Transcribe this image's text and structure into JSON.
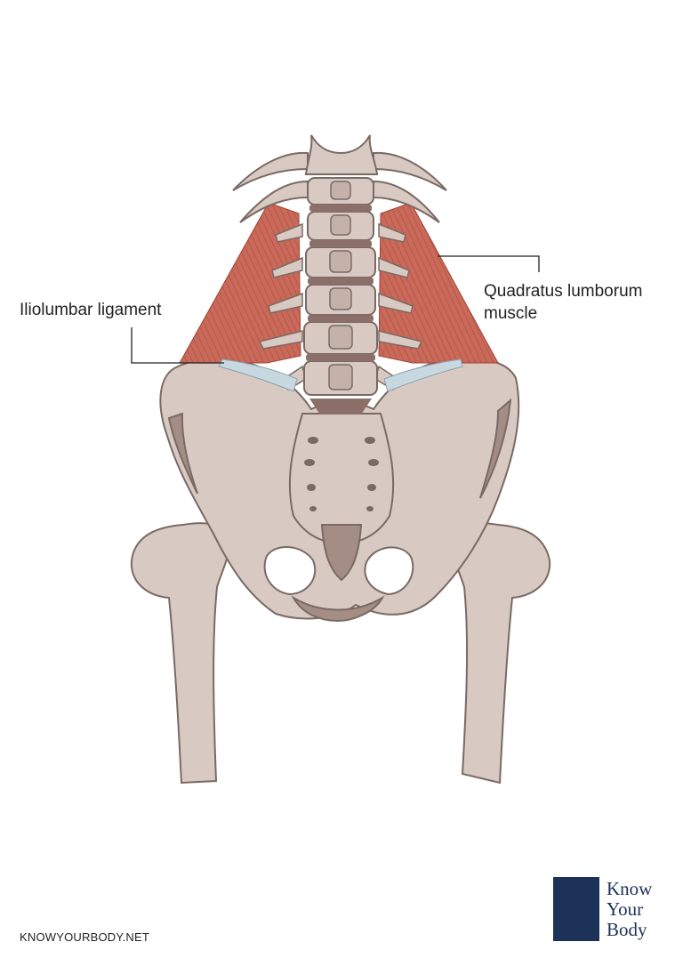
{
  "labels": {
    "iliolumbar": "Iliolumbar ligament",
    "quadratus_line1": "Quadratus lumborum",
    "quadratus_line2": "muscle"
  },
  "footer": {
    "site": "KNOWYOURBODY.NET",
    "logo_lines": [
      "Know",
      "Your",
      "Body"
    ]
  },
  "colors": {
    "bone": "#d8c9c2",
    "bone_outline": "#7a6a64",
    "bone_shadow": "#a48d84",
    "muscle": "#c9695a",
    "ligament": "#c8d8e0",
    "logo_blue": "#1c3258"
  }
}
